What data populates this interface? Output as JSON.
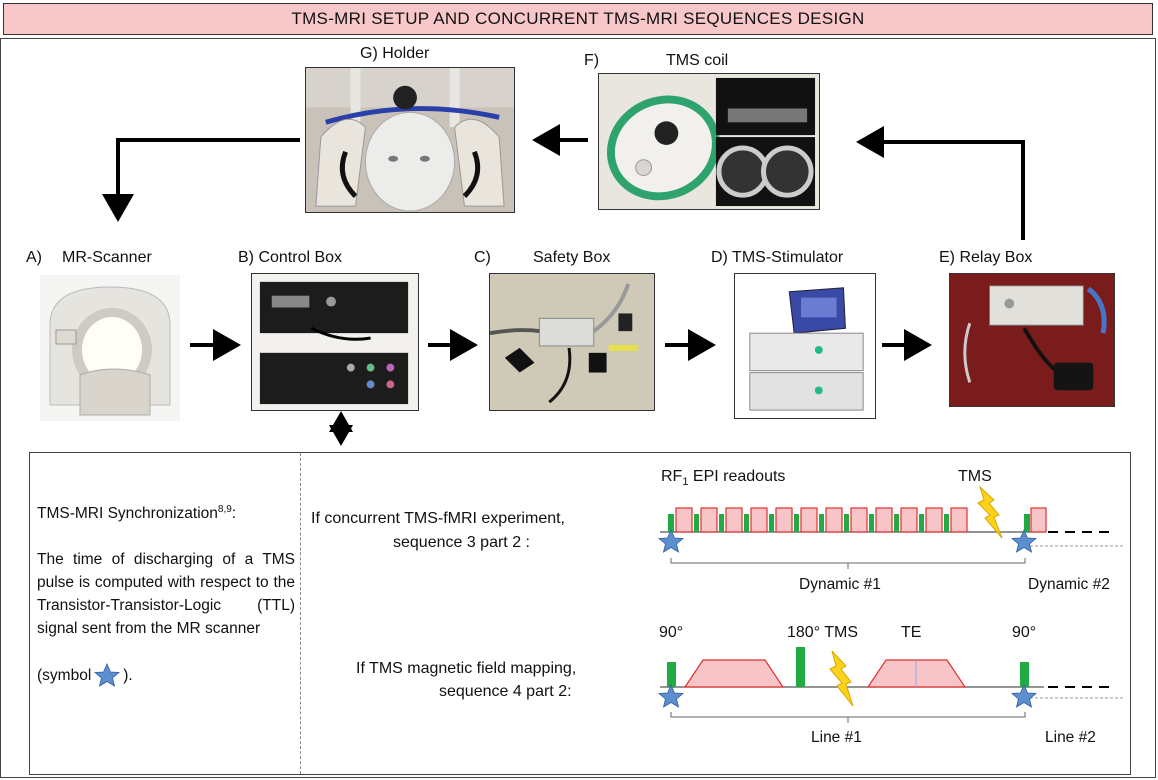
{
  "title": "TMS-MRI SETUP AND CONCURRENT TMS-MRI SEQUENCES DESIGN",
  "components": {
    "holder": "G) Holder",
    "coil_prefix": "F)",
    "coil": "TMS coil",
    "scanner_prefix": "A)",
    "scanner": "MR-Scanner",
    "control_box": "B)  Control Box",
    "safety_prefix": "C)",
    "safety_box": "Safety Box",
    "stimulator": "D) TMS-Stimulator",
    "relay_box": "E)   Relay Box"
  },
  "sync": {
    "heading": "TMS-MRI Synchronization",
    "heading_sup": "8,9",
    "heading_suffix": ":",
    "body": "The time of discharging of a TMS pulse is computed with respect to the Transistor-Transistor-Logic (TTL) signal sent from the MR scanner",
    "symbol_prefix": "(symbol",
    "symbol_suffix": ")."
  },
  "seq3": {
    "condition_line1": "If concurrent TMS-fMRI experiment,",
    "condition_line2": "sequence 3 part 2 :",
    "rf_label": "RF",
    "rf_sub": "1",
    "readouts_label": "EPI readouts",
    "tms_label": "TMS",
    "dynamic1": "Dynamic #1",
    "dynamic2": "Dynamic #2"
  },
  "seq4": {
    "condition_line1": "If TMS magnetic field mapping,",
    "condition_line2": "sequence 4 part 2:",
    "pulse90_left": "90°",
    "pulse180_tms": "180° TMS",
    "te_label": "TE",
    "pulse90_right": "90°",
    "line1": "Line #1",
    "line2": "Line #2"
  },
  "colors": {
    "banner": "#f8c7c9",
    "pulse_fill": "#f7c5c7",
    "pulse_border": "#e03030",
    "rf_green": "#22aa44",
    "star": "#5b8fd0",
    "lightning": "#ffd21a"
  }
}
